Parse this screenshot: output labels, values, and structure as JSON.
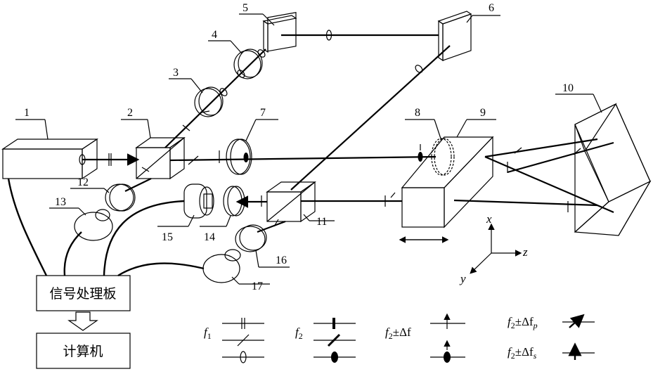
{
  "labels": {
    "c1": "1",
    "c2": "2",
    "c3": "3",
    "c4": "4",
    "c5": "5",
    "c6": "6",
    "c7": "7",
    "c8": "8",
    "c9": "9",
    "c10": "10",
    "c11": "11",
    "c12": "12",
    "c13": "13",
    "c14": "14",
    "c15": "15",
    "c16": "16",
    "c17": "17"
  },
  "boxes": {
    "signal_board": "信号处理板",
    "computer": "计算机"
  },
  "axes": {
    "x": "x",
    "y": "y",
    "z": "z"
  },
  "legend": {
    "f1_main": "f",
    "f1_sub": "1",
    "f2_main": "f",
    "f2_sub": "2",
    "f2df_main": "f",
    "f2df_sub": "2",
    "f2df_rest": "±Δf",
    "f2dfp_main": "f",
    "f2dfp_sub": "2",
    "f2dfp_rest": "±Δf",
    "f2dfp_sub2": "p",
    "f2dfs_main": "f",
    "f2dfs_sub": "2",
    "f2dfs_rest": "±Δf",
    "f2dfs_sub2": "s"
  }
}
